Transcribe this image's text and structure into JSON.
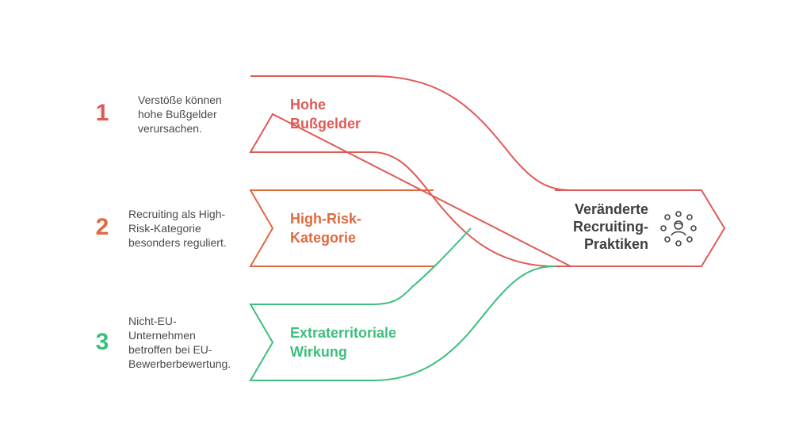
{
  "colors": {
    "red": "#e05a55",
    "orange": "#e0693f",
    "green": "#3cbf7c",
    "text": "#4a4a4a",
    "output_text": "#3f3f3f"
  },
  "inputs": [
    {
      "number": "1",
      "description": "Verstöße können\nhohe Bußgelder\nverursachen.",
      "title": "Hohe\nBußgelder",
      "color": "red"
    },
    {
      "number": "2",
      "description": "Recruiting als High-\nRisk-Kategorie\nbesonders reguliert.",
      "title": "High-Risk-\nKategorie",
      "color": "orange"
    },
    {
      "number": "3",
      "description": "Nicht-EU-\nUnternehmen\nbetroffen bei EU-\nBewerberbewertung.",
      "title": "Extraterritoriale\nWirkung",
      "color": "green"
    }
  ],
  "output": {
    "title": "Veränderte\nRecruiting-\nPraktiken",
    "icon": "people-network-icon"
  }
}
